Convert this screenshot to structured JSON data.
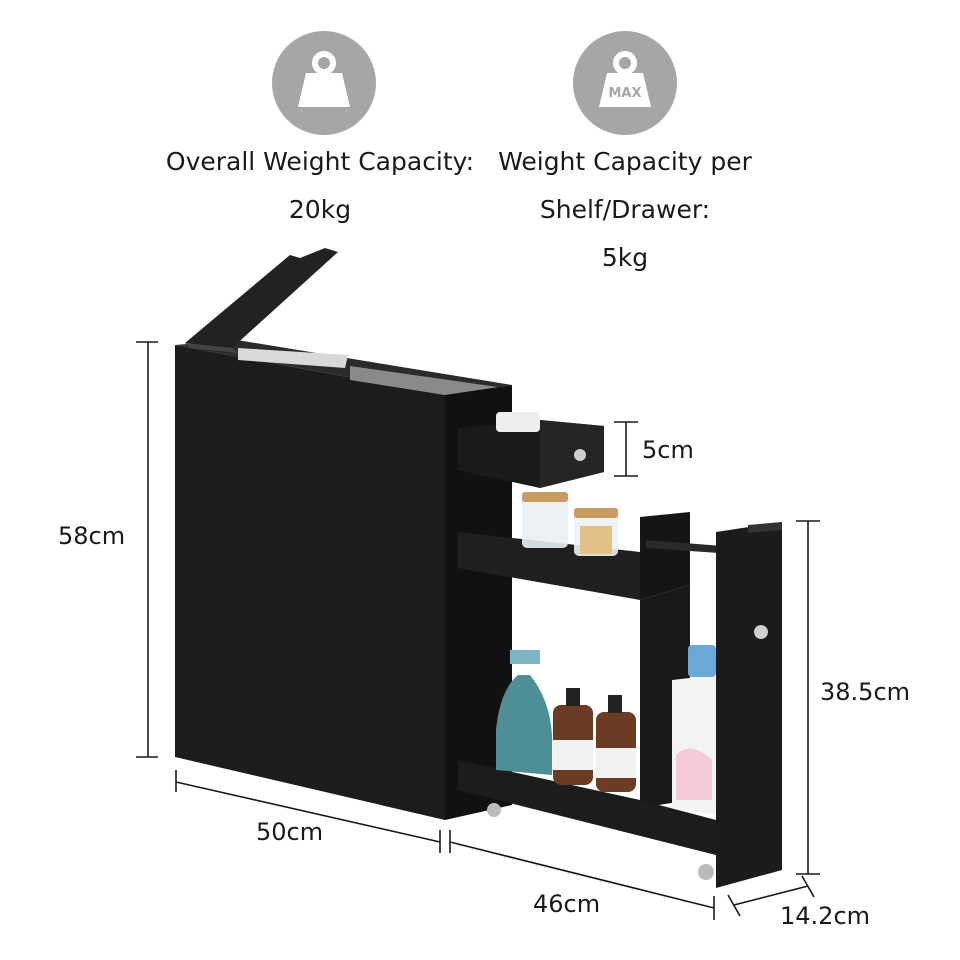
{
  "capacity": {
    "overall": {
      "icon": "weight-icon",
      "label": "Overall Weight Capacity:",
      "value": "20kg"
    },
    "per_shelf": {
      "icon": "max-weight-icon",
      "icon_text": "MAX",
      "label_line1": "Weight Capacity per",
      "label_line2": "Shelf/Drawer:",
      "value": "5kg"
    }
  },
  "dimensions": {
    "height_total": "58cm",
    "drawer_height": "5cm",
    "cart_height": "38.5cm",
    "cabinet_depth": "50cm",
    "cart_depth": "46cm",
    "cart_width": "14.2cm"
  },
  "product": {
    "name": "slim-bathroom-storage-cabinet",
    "color": "#1c1c1c"
  }
}
